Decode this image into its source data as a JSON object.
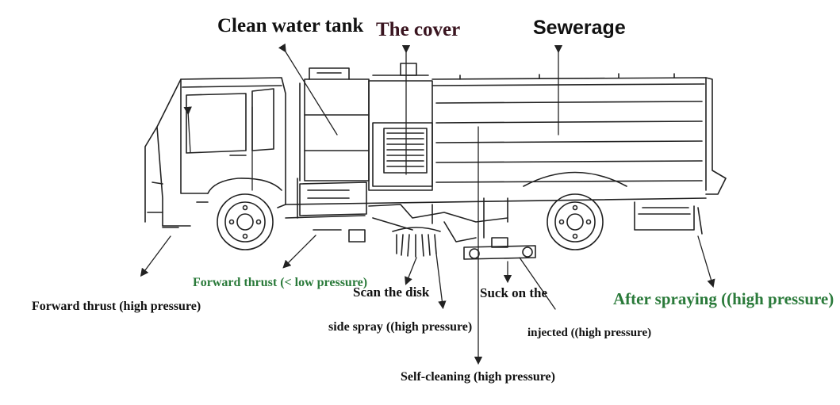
{
  "colors": {
    "line": "#222222",
    "label_text": "#111111",
    "cover_label": "#3a1520",
    "green_label": "#2a7a3a"
  },
  "labels": {
    "clean_water_tank": "Clean water tank",
    "the_cover": "The cover",
    "sewerage": "Sewerage",
    "forward_thrust_low": "Forward thrust (< low pressure)",
    "forward_thrust_high": "Forward thrust (high pressure)",
    "scan_the_disk": "Scan the disk",
    "suck_on_the": "Suck on the",
    "after_spraying": "After spraying ((high pressure)",
    "side_spray": "side spray ((high pressure)",
    "injected": "injected ((high pressure)",
    "self_cleaning": "Self-cleaning (high pressure)"
  }
}
